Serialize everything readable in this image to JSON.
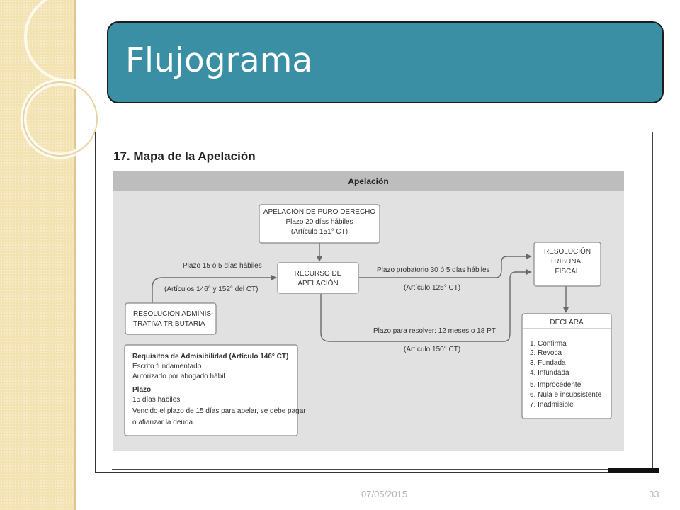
{
  "slide": {
    "title": "Flujograma",
    "date": "07/05/2015",
    "page_number": "33"
  },
  "figure": {
    "heading": "17. Mapa de la Apelación",
    "banner": "Apelación",
    "nodes": {
      "apelacion_puro": [
        "APELACIÓN DE PURO DERECHO",
        "Plazo 20 días hábiles",
        "(Artículo 151° CT)"
      ],
      "recurso": [
        "RECURSO DE",
        "APELACIÓN"
      ],
      "resolucion_tribunal": [
        "RESOLUCIÓN",
        "TRIBUNAL",
        "FISCAL"
      ],
      "resolucion_admin": [
        "RESOLUCIÓN ADMINIS-",
        "TRATIVA TRIBUTARIA"
      ],
      "declara_title": "DECLARA",
      "declara_items": [
        "1. Confirma",
        "2. Revoca",
        "3. Fundada",
        "4. Infundada",
        "5. Improcedente",
        "6. Nula e insubsistente",
        "7. Inadmisible"
      ],
      "requisitos": {
        "title": "Requisitos de Admisibilidad (Artículo 146° CT)",
        "lines": [
          "Escrito fundamentado",
          "Autorizado por abogado hábil"
        ],
        "plazo_title": "Plazo",
        "plazo_lines": [
          "15 días hábiles",
          "Vencido el plazo de 15 días para apelar, se debe pagar",
          "o afianzar la deuda."
        ]
      }
    },
    "edge_labels": {
      "plazo_15": "Plazo 15 ó 5 días hábiles",
      "articulos_146": "(Artículos 146° y 152° del CT)",
      "plazo_probatorio": "Plazo probatorio 30 ó 5 días hábiles",
      "articulo_125": "(Artículo 125° CT)",
      "plazo_resolver": "Plazo para resolver: 12 meses o 18 PT",
      "articulo_150": "(Artículo 150° CT)"
    }
  },
  "colors": {
    "title_bar": "#3a8fa5",
    "figure_bg": "#e1e1e1",
    "banner_bg": "#bdbdbd",
    "left_band": "#f3e3b3"
  }
}
